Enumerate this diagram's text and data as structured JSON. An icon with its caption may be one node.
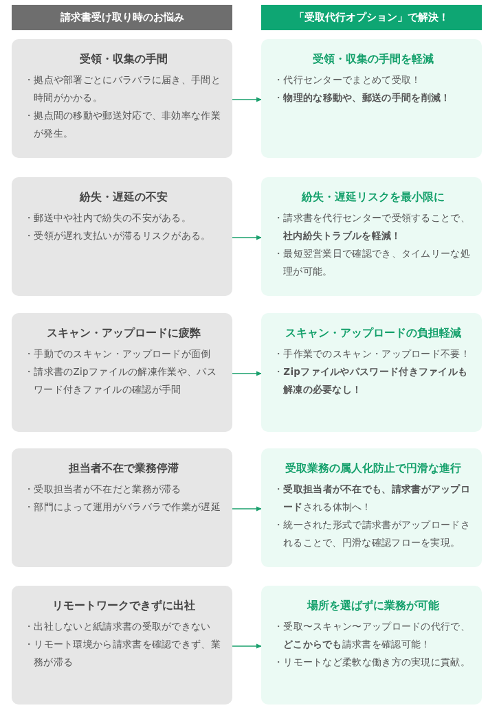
{
  "diagram": {
    "nodes": [
      {
        "text": [
          "請求書受け取り時のお悩み"
        ]
      },
      {
        "text": [
          "「受取代行オプション」で解決！"
        ]
      },
      {
        "text": [
          "受領・収集の手間",
          "・拠点や部署ごとにバラバラに届き、手間と時間がかかる。",
          "・拠点間の移動や郵送対応で、非効率な作業が発生。"
        ]
      },
      {
        "text": [
          "受領・収集の手間を軽減",
          "・代行センターでまとめて受取！",
          "・**物理的な移動や、郵送の手間を削減！**"
        ]
      },
      {
        "text": [
          "紛失・遅延の不安",
          "・郵送中や社内で紛失の不安がある。",
          "・受領が遅れ支払いが滞るリスクがある。"
        ]
      },
      {
        "text": [
          "紛失・遅延リスクを最小限に",
          "・請求書を代行センターで受領することで、**社内紛失トラブルを軽減！**",
          "・最短翌営業日で確認でき、タイムリーな処理が可能。"
        ]
      },
      {
        "text": [
          "スキャン・アップロードに疲弊",
          "・手動でのスキャン・アップロードが面倒",
          "・請求書のZipファイルの解凍作業や、パスワード付きファイルの確認が手間"
        ]
      },
      {
        "text": [
          "スキャン・アップロードの負担軽減",
          "・手作業でのスキャン・アップロード不要！",
          "・**Zipファイルやパスワード付きファイルも解凍の必要なし！**"
        ]
      },
      {
        "text": [
          "担当者不在で業務停滞",
          "・受取担当者が不在だと業務が滞る",
          "・部門によって運用がバラバラで作業が遅延"
        ]
      },
      {
        "text": [
          "受取業務の属人化防止で円滑な進行",
          "・**受取担当者が不在でも、請求書がアップロード**される体制へ！",
          "・統一された形式で請求書がアップロードされることで、円滑な確認フローを実現。"
        ]
      },
      {
        "text": [
          "リモートワークできずに出社",
          "・出社しないと紙請求書の受取ができない",
          "・リモート環境から請求書を確認できず、業務が滞る"
        ]
      },
      {
        "text": [
          "場所を選ばずに業務が可能",
          "・受取〜スキャン〜アップロードの代行で、**どこからでも**請求書を確認可能！",
          "・リモートなど柔軟な働き方の実現に貢献。"
        ]
      }
    ],
    "edges": [
      {
        "from": 2,
        "to": 3,
        "arrow": "to"
      },
      {
        "from": 4,
        "to": 5,
        "arrow": "to"
      },
      {
        "from": 6,
        "to": 7,
        "arrow": "to"
      },
      {
        "from": 8,
        "to": 9,
        "arrow": "to"
      },
      {
        "from": 10,
        "to": 11,
        "arrow": "to"
      }
    ]
  }
}
